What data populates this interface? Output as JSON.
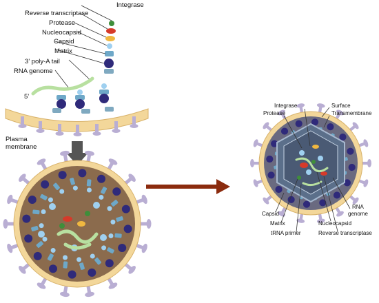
{
  "assembly_labels": {
    "integrase": "Integrase",
    "reverse_transcriptase": "Reverse transcriptase",
    "protease": "Protease",
    "nucleocapsid": "Nucleocapsid",
    "capsid": "Capsid",
    "matrix": "Matrix",
    "poly_a_tail": "3’ poly-A tail",
    "rna_genome": "RNA genome",
    "five_prime": "5’",
    "plasma_membrane_line1": "Plasma",
    "plasma_membrane_line2": "membrane"
  },
  "mature_labels": {
    "integrase": "Integrase",
    "protease": "Protease",
    "surface": "Surface",
    "transmembrane": "Transmembrane",
    "capsid": "Capsid",
    "matrix": "Matrix",
    "trna_primer": "tRNA primer",
    "rna_genome_line1": "RNA",
    "rna_genome_line2": "genome",
    "nucleocapsid": "Nucleocapsid",
    "reverse_transcriptase": "Reverse transcriptase"
  },
  "colors": {
    "membrane": "#f3d79a",
    "membrane_edge": "#d8b26a",
    "spike": "#b9aed3",
    "core": "#8b6b4d",
    "matrix_protein": "#2f2a7a",
    "capsid_protein": "#6ea8c8",
    "nucleocapsid_protein": "#9fd0f0",
    "rna": "#b8e0a0",
    "protease": "#f0b840",
    "reverse_transcriptase": "#d63a2a",
    "integrase": "#3f8e3a",
    "down_arrow": "#555555",
    "maturation_arrow": "#8b2b0e"
  }
}
